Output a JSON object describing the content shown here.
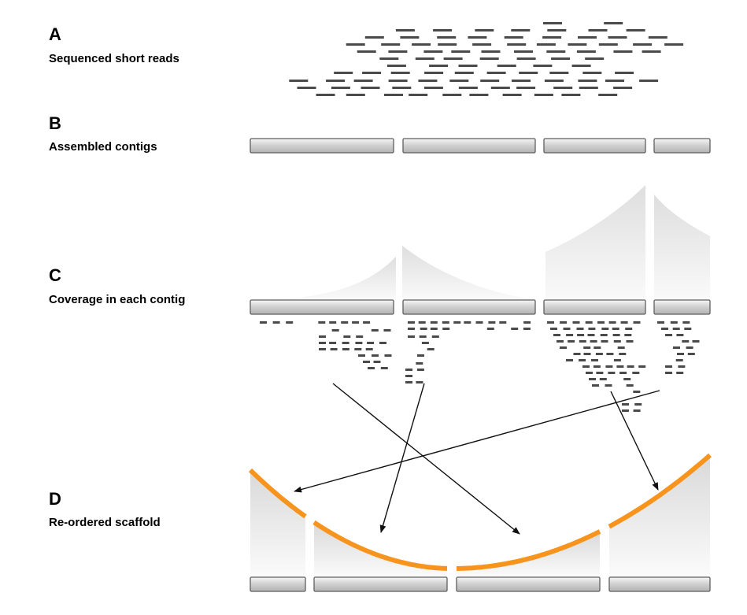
{
  "panels": {
    "a": {
      "letter": "A",
      "label": "Sequenced short reads"
    },
    "b": {
      "letter": "B",
      "label": "Assembled contigs"
    },
    "c": {
      "letter": "C",
      "label": "Coverage in each contig"
    },
    "d": {
      "letter": "D",
      "label": "Re-ordered scaffold"
    }
  },
  "colors": {
    "read": "#4a4a4a",
    "contig_border": "#5f5f5f",
    "coverage_fill": "#e6e6e6",
    "scaffold_curve": "#f7941d",
    "arrow": "#111111"
  }
}
